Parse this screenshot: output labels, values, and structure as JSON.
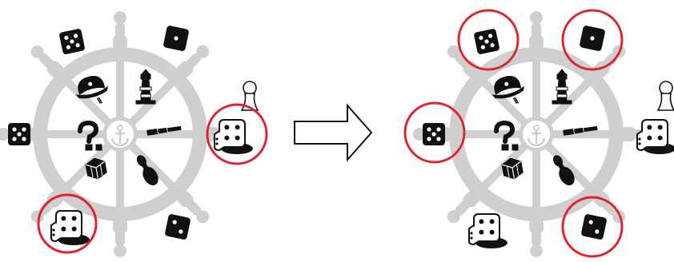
{
  "colors": {
    "wheel": "#cfcfcf",
    "ink": "#111111",
    "highlight": "#e0242d",
    "background": "#ffffff"
  },
  "left_panel": {
    "wheel_icon": "ship-wheel-icon",
    "center_icon": "anchor-icon",
    "sector_icons": [
      "lighthouse-icon",
      "spyglass-icon",
      "bowling-pin-icon",
      "crate-icon",
      "question-mark-icon",
      "pirate-hat-icon"
    ],
    "dice": [
      {
        "face": 5,
        "place": "top-left"
      },
      {
        "face": 1,
        "place": "top-right"
      },
      {
        "face": 5,
        "place": "left"
      },
      {
        "face": 2,
        "place": "bottom-right"
      }
    ],
    "pawn": {
      "icon": "pawn-icon",
      "place": "right"
    },
    "rolled_dice": [
      {
        "face": 4,
        "place": "right",
        "highlighted": true
      },
      {
        "face": 4,
        "place": "bottom-left",
        "highlighted": true
      }
    ]
  },
  "arrow": {
    "icon": "right-arrow-icon"
  },
  "right_panel": {
    "wheel_icon": "ship-wheel-icon",
    "center_icon": "anchor-icon",
    "sector_icons": [
      "lighthouse-icon",
      "spyglass-icon",
      "bowling-pin-icon",
      "crate-icon",
      "question-mark-icon",
      "pirate-hat-icon"
    ],
    "dice": [
      {
        "face": 5,
        "place": "top-left",
        "highlighted": true
      },
      {
        "face": 1,
        "place": "top-right",
        "highlighted": true
      },
      {
        "face": 5,
        "place": "left",
        "highlighted": true
      },
      {
        "face": 2,
        "place": "bottom-right",
        "highlighted": true
      }
    ],
    "pawn": {
      "icon": "pawn-icon",
      "place": "right"
    },
    "rolled_dice": [
      {
        "face": 4,
        "place": "right",
        "highlighted": false
      },
      {
        "face": 4,
        "place": "bottom-left",
        "highlighted": false
      }
    ]
  }
}
